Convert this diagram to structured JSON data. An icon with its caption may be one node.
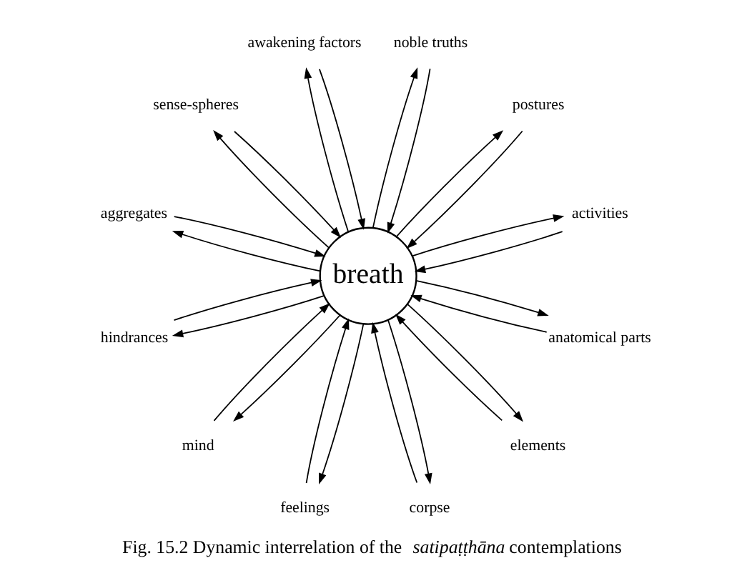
{
  "diagram": {
    "caption": "Fig. 15.2 Dynamic interrelation of the *satipaṭṭhāna* contemplations",
    "nodes": [
      {
        "text": [
          "breath"
        ]
      },
      {
        "text": [
          "noble truths"
        ]
      },
      {
        "text": [
          "postures"
        ]
      },
      {
        "text": [
          "activities"
        ]
      },
      {
        "text": [
          "anatomical parts"
        ]
      },
      {
        "text": [
          "elements"
        ]
      },
      {
        "text": [
          "corpse"
        ]
      },
      {
        "text": [
          "feelings"
        ]
      },
      {
        "text": [
          "mind"
        ]
      },
      {
        "text": [
          "hindrances"
        ]
      },
      {
        "text": [
          "aggregates"
        ]
      },
      {
        "text": [
          "sense-spheres"
        ]
      },
      {
        "text": [
          "awakening factors"
        ]
      }
    ],
    "edges": [
      {
        "from": 0,
        "to": 1,
        "arrow": "to"
      },
      {
        "from": 1,
        "to": 0,
        "arrow": "to"
      },
      {
        "from": 0,
        "to": 2,
        "arrow": "to"
      },
      {
        "from": 2,
        "to": 0,
        "arrow": "to"
      },
      {
        "from": 0,
        "to": 3,
        "arrow": "to"
      },
      {
        "from": 3,
        "to": 0,
        "arrow": "to"
      },
      {
        "from": 0,
        "to": 4,
        "arrow": "to"
      },
      {
        "from": 4,
        "to": 0,
        "arrow": "to"
      },
      {
        "from": 0,
        "to": 5,
        "arrow": "to"
      },
      {
        "from": 5,
        "to": 0,
        "arrow": "to"
      },
      {
        "from": 0,
        "to": 6,
        "arrow": "to"
      },
      {
        "from": 6,
        "to": 0,
        "arrow": "to"
      },
      {
        "from": 0,
        "to": 7,
        "arrow": "to"
      },
      {
        "from": 7,
        "to": 0,
        "arrow": "to"
      },
      {
        "from": 0,
        "to": 8,
        "arrow": "to"
      },
      {
        "from": 8,
        "to": 0,
        "arrow": "to"
      },
      {
        "from": 0,
        "to": 9,
        "arrow": "to"
      },
      {
        "from": 9,
        "to": 0,
        "arrow": "to"
      },
      {
        "from": 0,
        "to": 10,
        "arrow": "to"
      },
      {
        "from": 10,
        "to": 0,
        "arrow": "to"
      },
      {
        "from": 0,
        "to": 11,
        "arrow": "to"
      },
      {
        "from": 11,
        "to": 0,
        "arrow": "to"
      },
      {
        "from": 0,
        "to": 12,
        "arrow": "to"
      },
      {
        "from": 12,
        "to": 0,
        "arrow": "to"
      }
    ]
  }
}
